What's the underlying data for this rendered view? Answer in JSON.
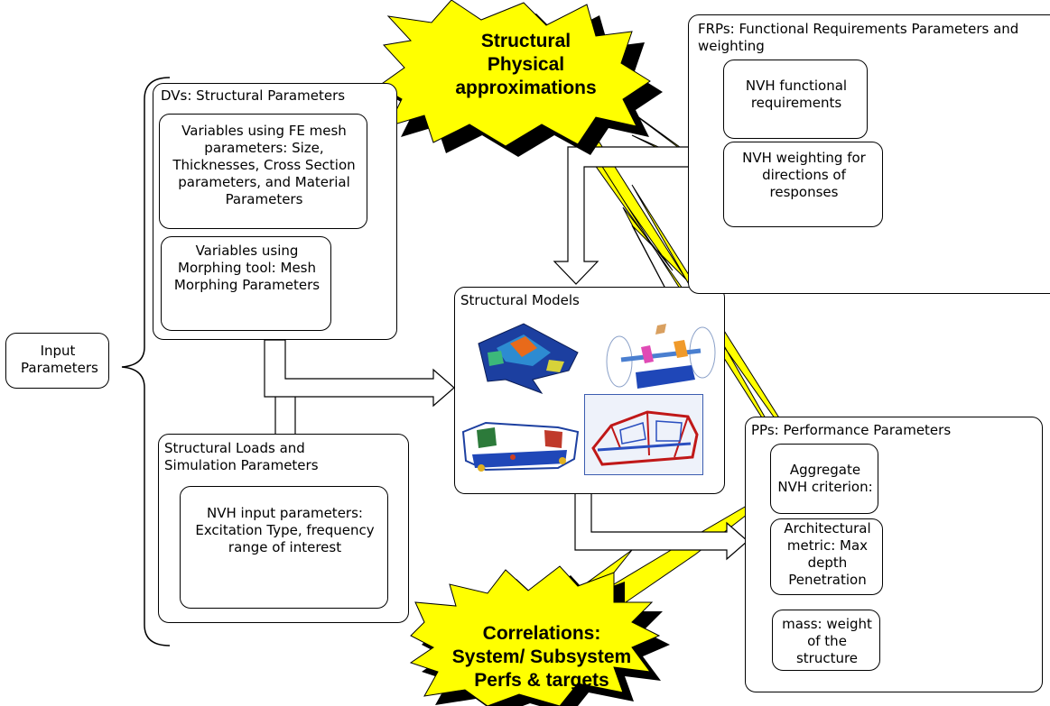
{
  "input_parameters": "Input Parameters",
  "dvs": {
    "title": "DVs: Structural Parameters",
    "fe_mesh": "Variables using FE mesh parameters: Size, Thicknesses, Cross Section parameters, and Material Parameters",
    "morphing": "Variables using Morphing tool: Mesh Morphing Parameters"
  },
  "loads": {
    "title": "Structural Loads and Simulation Parameters",
    "nvh_input": "NVH input parameters: Excitation Type, frequency range of interest"
  },
  "models": {
    "title": "Structural Models"
  },
  "frps": {
    "title": "FRPs: Functional Requirements Parameters and weighting",
    "nvh_functional": "NVH functional requirements",
    "nvh_weighting": "NVH weighting for directions of responses"
  },
  "pps": {
    "title": "PPs: Performance Parameters",
    "aggregate": "Aggregate NVH criterion:",
    "architectural": "Architectural metric: Max depth Penetration",
    "mass": "mass: weight of the structure"
  },
  "bursts": {
    "top": "Structural Physical approximations",
    "bottom": "Correlations: System/ Subsystem Perfs & targets"
  },
  "colors": {
    "burst_fill": "#ffff00",
    "burst_shadow": "#000000",
    "line": "#000000"
  }
}
